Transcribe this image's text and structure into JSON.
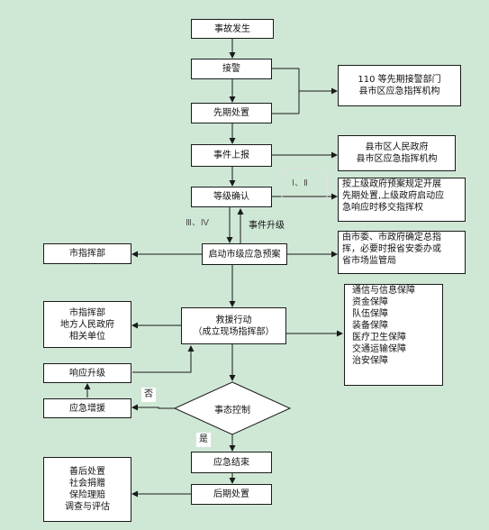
{
  "main_flow": {
    "accident": "事故发生",
    "alarm": "接警",
    "initial_response": "先期处置",
    "report": "事件上报",
    "grading": "等级确认",
    "launch_plan": "启动市级应急预案",
    "rescue_line1": "救援行动",
    "rescue_line2": "（成立现场指挥部）",
    "decision": "事态控制",
    "end_response": "应急结束",
    "aftermath": "后期处置"
  },
  "right_boxes": {
    "alarm_depts": [
      "110 等先期接警部门",
      "县市区应急指挥机构"
    ],
    "report_depts": [
      "县市区人民政府",
      "县市区应急指挥机构"
    ],
    "grading_note": [
      "按上级政府预案规定开展",
      "先期处置,上级政府启动应",
      "急响应时移交指挥权"
    ],
    "launch_note": [
      "由市委、市政府确定总指",
      "挥，必要时报省安委办或",
      "省市场监管局"
    ],
    "support_list": [
      "通信与信息保障",
      "资金保障",
      "队伍保障",
      "装备保障",
      "医疗卫生保障",
      "交通运输保障",
      "治安保障"
    ]
  },
  "left_boxes": {
    "city_command": "市指挥部",
    "participants": [
      "市指挥部",
      "地方人民政府",
      "相关单位"
    ],
    "upgrade_response": "响应升级",
    "reinforce": "应急增援",
    "aftermath_tasks": [
      "善后处置",
      "社会捐赠",
      "保险理赔",
      "调查与评估"
    ]
  },
  "edge_labels": {
    "level_high": "Ⅰ、Ⅱ",
    "level_low": "Ⅲ、Ⅳ",
    "event_upgrade": "事件升级",
    "no": "否",
    "yes": "是"
  }
}
